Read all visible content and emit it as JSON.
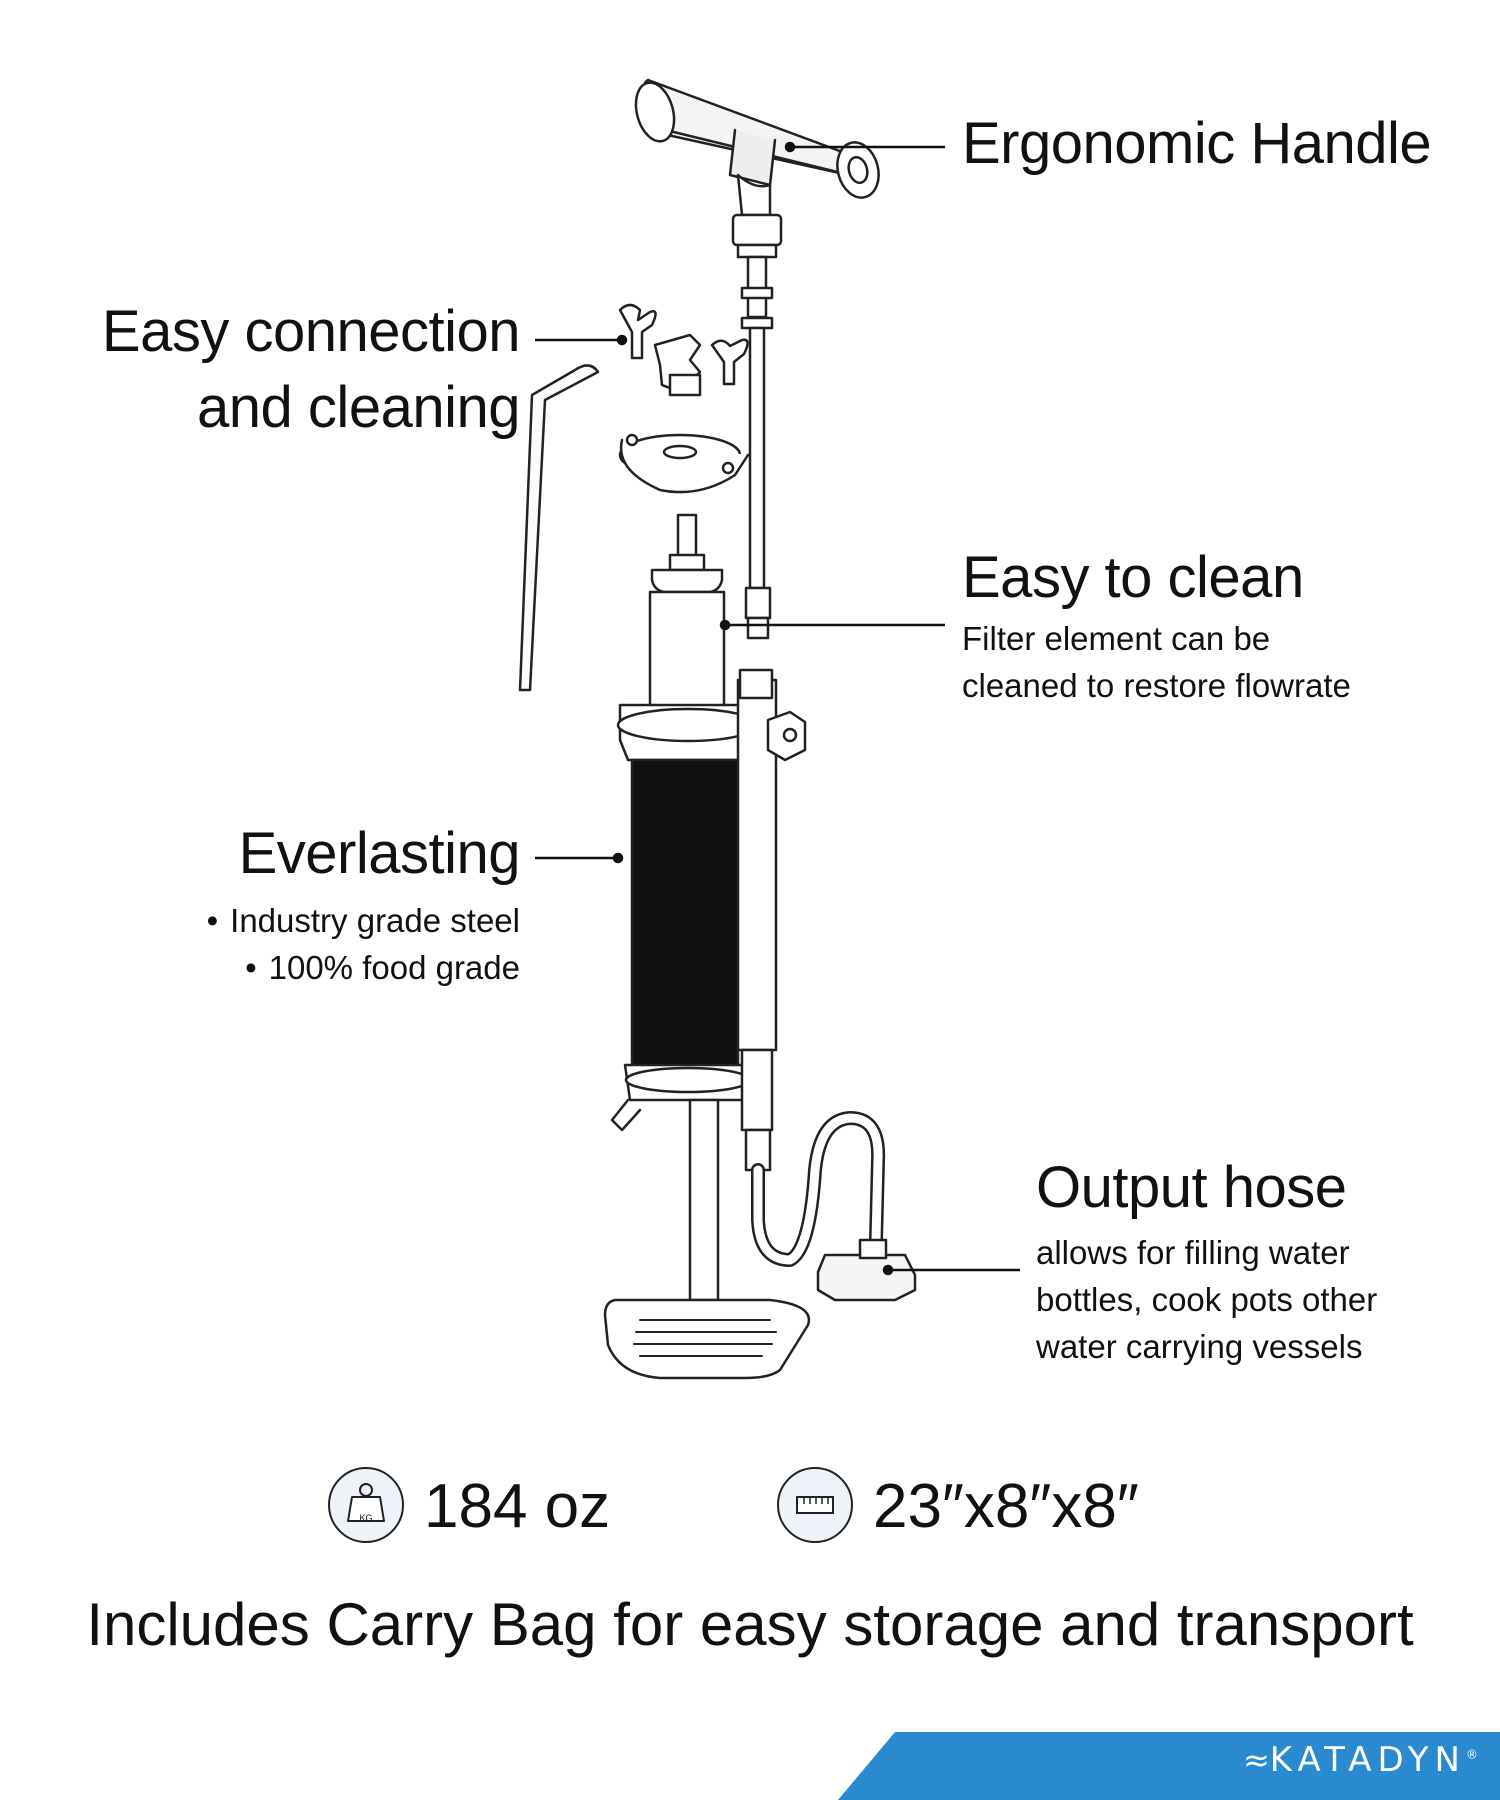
{
  "callouts": {
    "handle": {
      "title": "Ergonomic Handle"
    },
    "connection": {
      "title_line1": "Easy connection",
      "title_line2": "and cleaning"
    },
    "clean": {
      "title": "Easy to clean",
      "desc_line1": "Filter element can be",
      "desc_line2": "cleaned to restore flowrate"
    },
    "everlasting": {
      "title": "Everlasting",
      "bullets": [
        "Industry grade steel",
        "100% food grade"
      ]
    },
    "hose": {
      "title": "Output hose",
      "desc_line1": "allows for filling water",
      "desc_line2": "bottles, cook pots other",
      "desc_line3": "water carrying vessels"
    }
  },
  "specs": {
    "weight": {
      "icon": "weight-kg-icon",
      "icon_label": "KG",
      "value": "184 oz"
    },
    "dimensions": {
      "icon": "ruler-icon",
      "value": "23″x8″x8″"
    }
  },
  "tagline": "Includes Carry Bag for easy storage and transport",
  "brand": {
    "name": "KATADYN",
    "mark": "®",
    "color": "#2a8ad0"
  }
}
